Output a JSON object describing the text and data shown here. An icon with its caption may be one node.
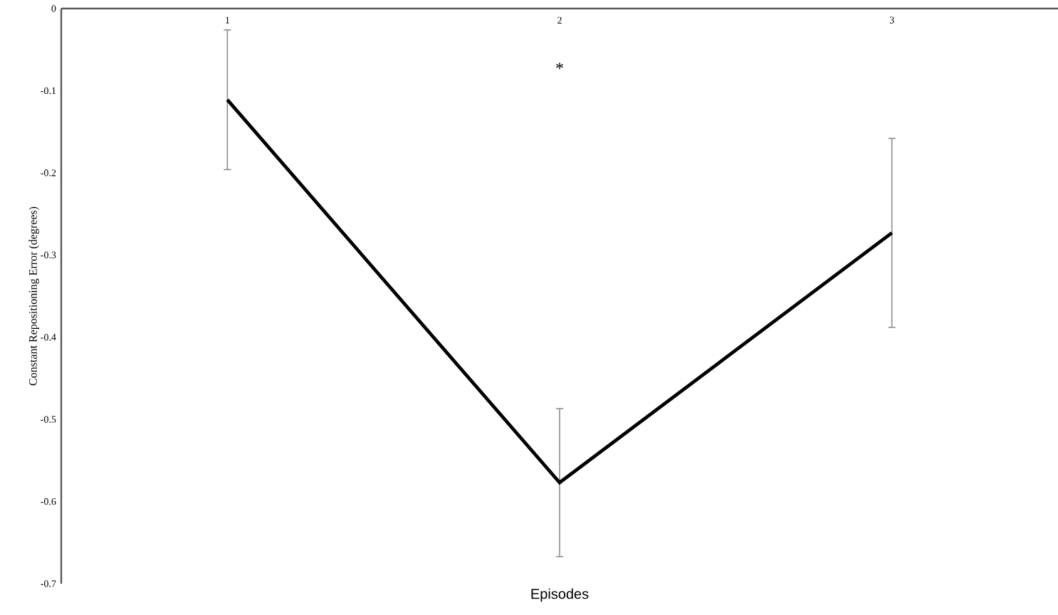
{
  "diagram": {
    "chart_data": {
      "type": "line",
      "xlabel": "Episodes",
      "ylabel": "Constant Repositioning Error (degrees)",
      "categories": [
        "1",
        "2",
        "3"
      ],
      "series": [
        {
          "color": "#000000",
          "values": [
            -0.111,
            -0.577,
            -0.273
          ],
          "errors": [
            0.085,
            0.09,
            0.115
          ]
        }
      ],
      "ylim": [
        -0.7,
        0
      ],
      "yticks": [
        0,
        -0.1,
        -0.2,
        -0.3,
        -0.4,
        -0.5,
        -0.6,
        -0.7
      ],
      "annotations": [
        "*"
      ]
    }
  }
}
